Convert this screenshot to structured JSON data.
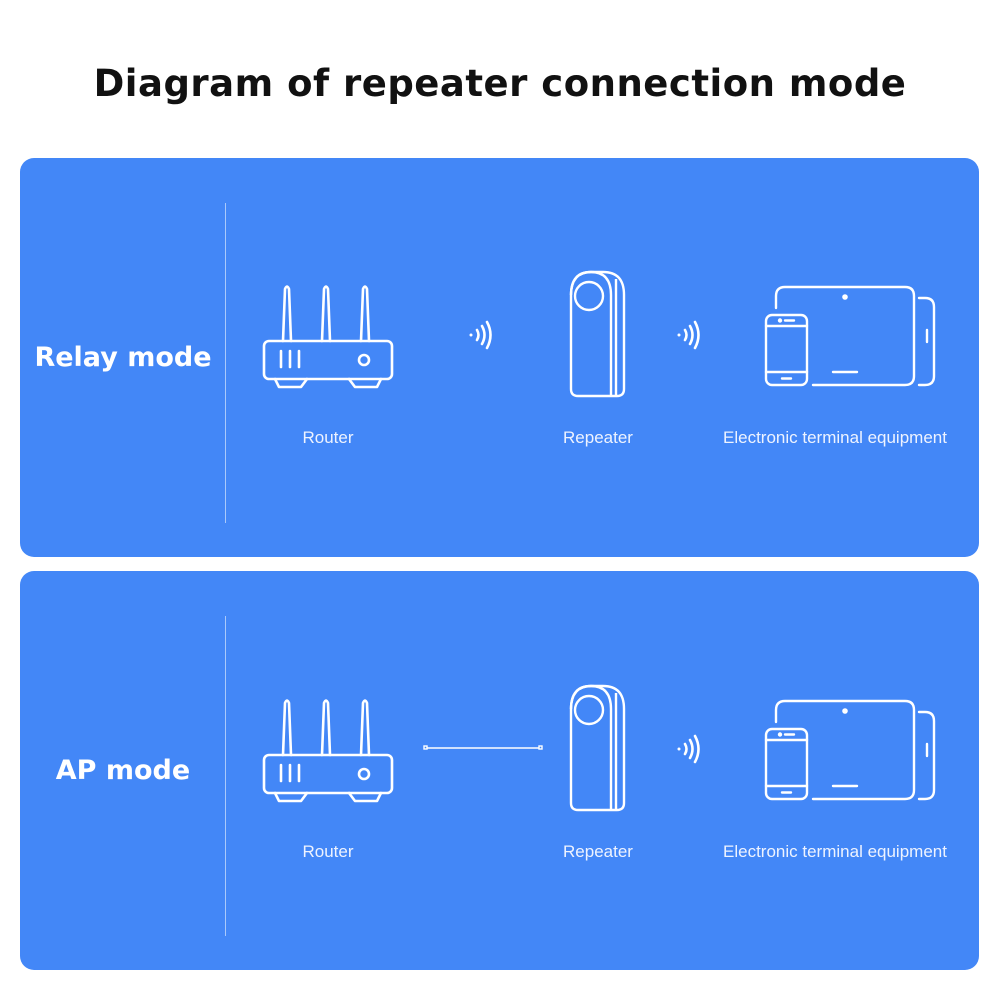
{
  "title": "Diagram of repeater connection mode",
  "colors": {
    "panel": "#4387f7",
    "icon_stroke": "#ffffff",
    "title": "#111111"
  },
  "panels": [
    {
      "mode": "Relay mode",
      "link_router_repeater": "wireless",
      "link_repeater_terminal": "wireless",
      "devices": [
        {
          "icon": "router-icon",
          "label": "Router"
        },
        {
          "icon": "repeater-icon",
          "label": "Repeater"
        },
        {
          "icon": "devices-icon",
          "label": "Electronic terminal equipment"
        }
      ]
    },
    {
      "mode": "AP mode",
      "link_router_repeater": "wired",
      "link_repeater_terminal": "wireless",
      "devices": [
        {
          "icon": "router-icon",
          "label": "Router"
        },
        {
          "icon": "repeater-icon",
          "label": "Repeater"
        },
        {
          "icon": "devices-icon",
          "label": "Electronic terminal equipment"
        }
      ]
    }
  ]
}
